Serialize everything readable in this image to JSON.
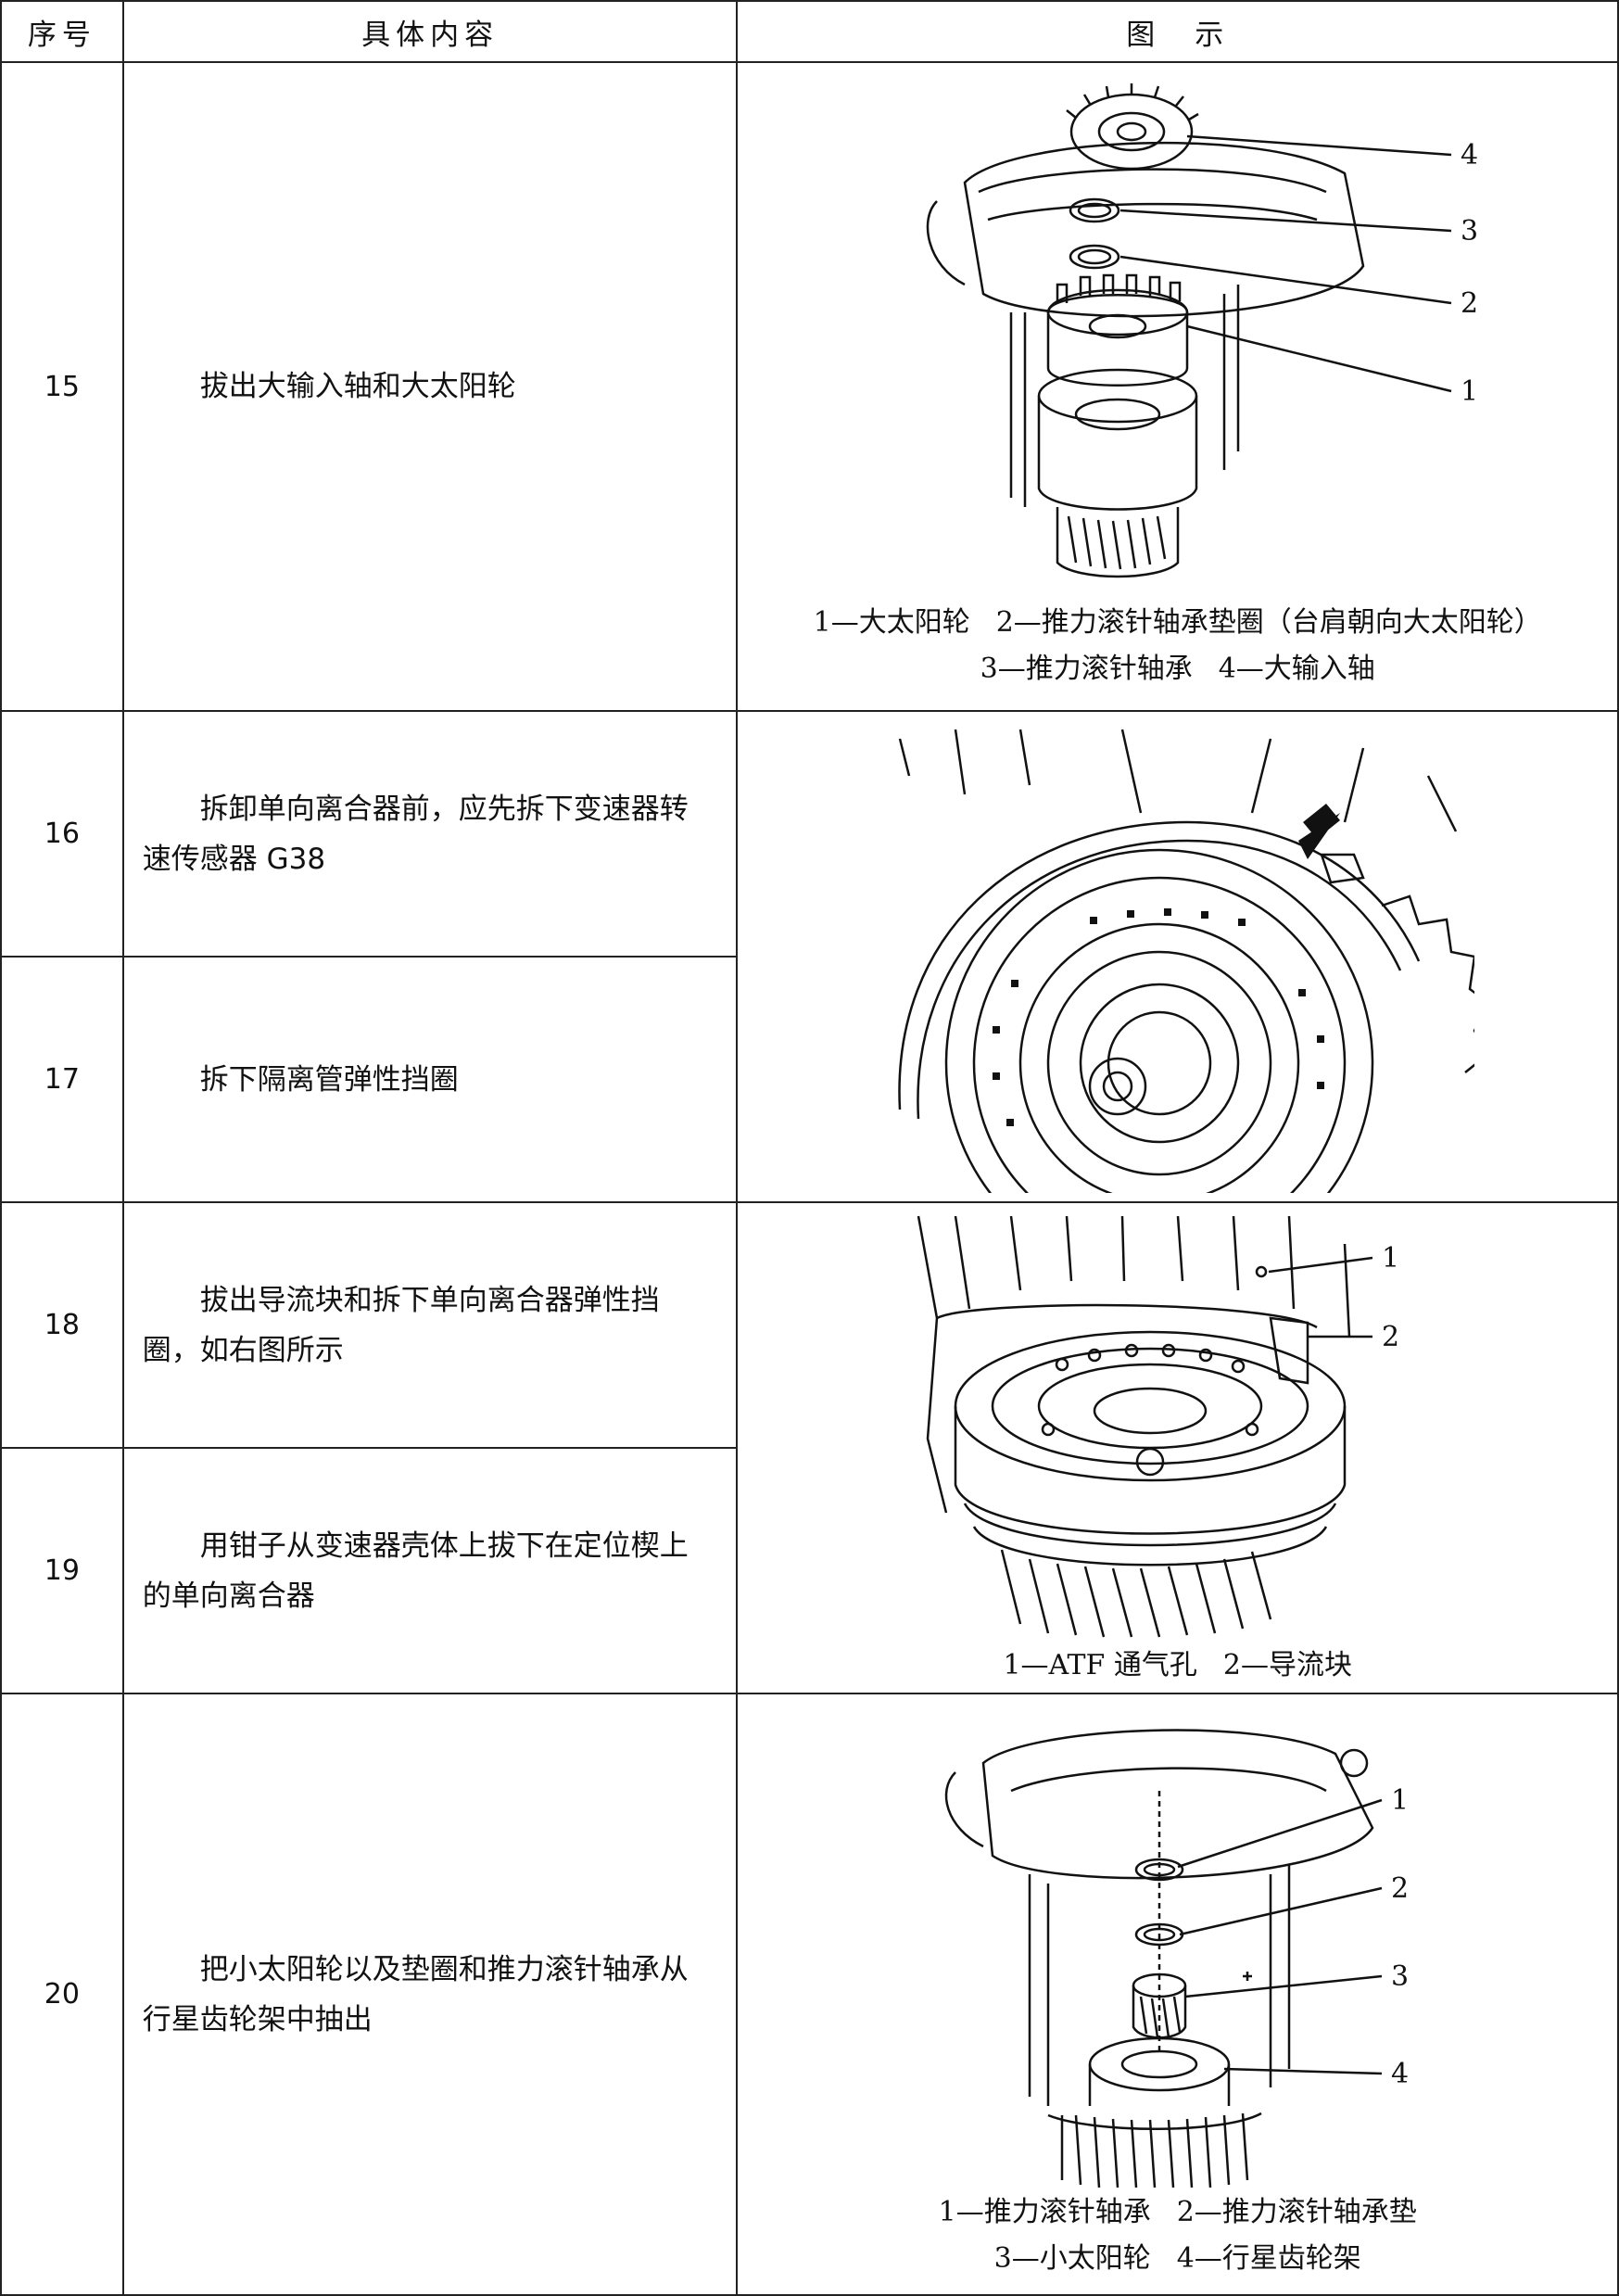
{
  "header": {
    "col_no": "序号",
    "col_content": "具体内容",
    "col_figure": "图　示"
  },
  "rows": [
    {
      "no": "15",
      "text": "拔出大输入轴和大太阳轮"
    },
    {
      "no": "16",
      "text": "拆卸单向离合器前，应先拆下变速器转速传感器 G38"
    },
    {
      "no": "17",
      "text": "拆下隔离管弹性挡圈"
    },
    {
      "no": "18",
      "text": "拔出导流块和拆下单向离合器弹性挡圈，如右图所示"
    },
    {
      "no": "19",
      "text": "用钳子从变速器壳体上拔下在定位楔上的单向离合器"
    },
    {
      "no": "20",
      "text": "把小太阳轮以及垫圈和推力滚针轴承从行星齿轮架中抽出"
    }
  ],
  "figures": {
    "fig15": {
      "callouts": [
        "4",
        "3",
        "2",
        "1"
      ],
      "caption": [
        [
          "1—大太阳轮",
          "2—推力滚针轴承垫圈（台肩朝向大太阳轮）"
        ],
        [
          "3—推力滚针轴承",
          "4—大输入轴"
        ]
      ]
    },
    "fig1617": {},
    "fig1819": {
      "callouts": [
        "1",
        "2"
      ],
      "caption": [
        [
          "1—ATF 通气孔",
          "2—导流块"
        ]
      ]
    },
    "fig20": {
      "callouts": [
        "1",
        "2",
        "3",
        "4"
      ],
      "caption": [
        [
          "1—推力滚针轴承",
          "2—推力滚针轴承垫"
        ],
        [
          "3—小太阳轮",
          "4—行星齿轮架"
        ]
      ]
    }
  }
}
